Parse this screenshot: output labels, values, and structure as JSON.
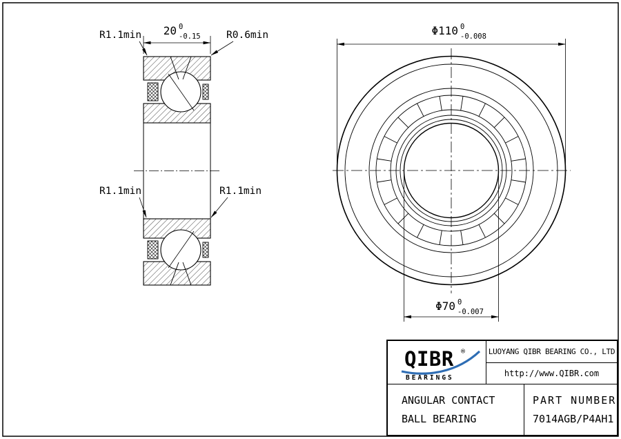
{
  "section_view": {
    "width_dim": {
      "value": "20",
      "tol_top": "0",
      "tol_bottom": "-0.15"
    },
    "radius_top_left": "R1.1min",
    "radius_top_right": "R0.6min",
    "radius_mid_left": "R1.1min",
    "radius_mid_right": "R1.1min"
  },
  "front_view": {
    "outer_dia": {
      "value": "Φ110",
      "tol_top": "0",
      "tol_bottom": "-0.008"
    },
    "bore_dia": {
      "value": "Φ70",
      "tol_top": "0",
      "tol_bottom": "-0.007"
    }
  },
  "title_block": {
    "logo": {
      "name": "QIBR",
      "reg": "®",
      "sub": "BEARINGS"
    },
    "company": "LUOYANG QIBR BEARING CO., LTD",
    "website": "http://www.QIBR.com",
    "product_line1": "ANGULAR CONTACT",
    "product_line2": "BALL BEARING",
    "part_label": "PART NUMBER",
    "part_number": "7014AGB/P4AH1"
  },
  "colors": {
    "line": "#000000",
    "logo_navy": "#16325c",
    "logo_blue": "#2e6db4"
  }
}
